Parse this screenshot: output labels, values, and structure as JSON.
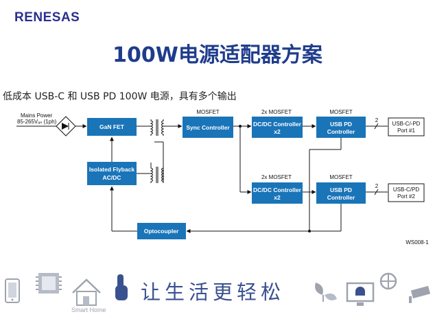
{
  "header": {
    "logo_text": "RENESAS",
    "title": "100W电源适配器方案",
    "subtitle": "低成本 USB-C 和 USB PD 100W 电源，具有多个输出"
  },
  "diagram": {
    "input_label_1": "Mains Power",
    "input_label_2": "85-265Vₐₙ (1ph)",
    "blocks": {
      "gan_fet": "GaN FET",
      "flyback_1": "Isolated Flyback",
      "flyback_2": "AC/DC",
      "sync_controller": "Sync Controller",
      "dcdc_top_1": "DC/DC Controller",
      "dcdc_top_2": "x2",
      "dcdc_bot_1": "DC/DC Controller",
      "dcdc_bot_2": "x2",
      "usbpd_top_1": "USB PD",
      "usbpd_top_2": "Controller",
      "usbpd_bot_1": "USB PD",
      "usbpd_bot_2": "Controller",
      "optocoupler": "Optocoupler"
    },
    "labels": {
      "mosfet_sync": "MOSFET",
      "mosfet_dcdc_top": "2x MOSFET",
      "mosfet_usbpd_top": "MOSFET",
      "mosfet_dcdc_bot": "2x MOSFET",
      "mosfet_usbpd_bot": "MOSFET",
      "bus_top": "2",
      "bus_bot": "2",
      "port1_1": "USB-C/-PD",
      "port1_2": "Port #1",
      "port2_1": "USB-C/PD",
      "port2_2": "Port #2",
      "ref": "WS008-1"
    }
  },
  "footer": {
    "slogan": "让生活更轻松",
    "smart_home_label": "Smart Home"
  },
  "colors": {
    "block_fill": "#1a74b8",
    "title": "#1f3c8c",
    "logo": "#2a2f8f",
    "icon_gray": "#9ea3ad",
    "icon_blue": "#3a5190"
  }
}
